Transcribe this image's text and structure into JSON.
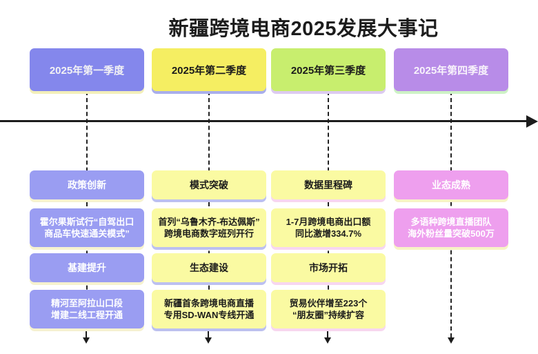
{
  "title": "新疆跨境电商2025发展大事记",
  "palette": {
    "background": "#ffffff",
    "axis_line": "#1c1c1c",
    "connector_dash": "#222222",
    "q1_fill": "#8487ec",
    "q1_text": "#f2f2f4",
    "q1_shadow": "#f3efb9",
    "q2_fill": "#f5ee62",
    "q2_text": "#1b1b1b",
    "q2_shadow": "#a9aeeb",
    "q3_fill": "#c8ee6e",
    "q3_text": "#1b1b1b",
    "q3_shadow": "#dccaf0",
    "q4_fill": "#b88ce8",
    "q4_text": "#f8f3fb",
    "q4_shadow": "#cdf2c5",
    "col1_item_fill": "#9a9df2",
    "col1_item_text": "#ffffff",
    "col1_item_shadow": "#f6f2cf",
    "col2_item_fill": "#fafaa2",
    "col2_item_text": "#1b1b1b",
    "col2_item_shadow": "#bcc0f0",
    "col3_item_fill": "#fafaa2",
    "col3_item_text": "#1b1b1b",
    "col3_item_shadow": "#f7d6f0",
    "col4_item_fill": "#ee9fee",
    "col4_item_text": "#ffffff",
    "col4_item_shadow": "#f7f3c5"
  },
  "timeline": {
    "columns": [
      {
        "quarter": "2025年第一季度",
        "items": [
          {
            "label": "政策创新"
          },
          {
            "label": "霍尔果斯试行“自驾出口\n商品车快速通关模式”"
          },
          {
            "label": "基建提升"
          },
          {
            "label": "精河至阿拉山口段\n增建二线工程开通"
          }
        ]
      },
      {
        "quarter": "2025年第二季度",
        "items": [
          {
            "label": "模式突破"
          },
          {
            "label": "首列“乌鲁木齐-布达佩斯”\n跨境电商数字班列开行"
          },
          {
            "label": "生态建设"
          },
          {
            "label": "新疆首条跨境电商直播\n专用SD-WAN专线开通"
          }
        ]
      },
      {
        "quarter": "2025年第三季度",
        "items": [
          {
            "label": "数据里程碑"
          },
          {
            "label": "1-7月跨境电商出口额\n同比激增334.7%"
          },
          {
            "label": "市场开拓"
          },
          {
            "label": "贸易伙伴增至223个\n“朋友圈”持续扩容"
          }
        ]
      },
      {
        "quarter": "2025年第四季度",
        "items": [
          {
            "label": "业态成熟"
          },
          {
            "label": "多语种跨境直播团队\n海外粉丝量突破500万"
          }
        ]
      }
    ]
  }
}
